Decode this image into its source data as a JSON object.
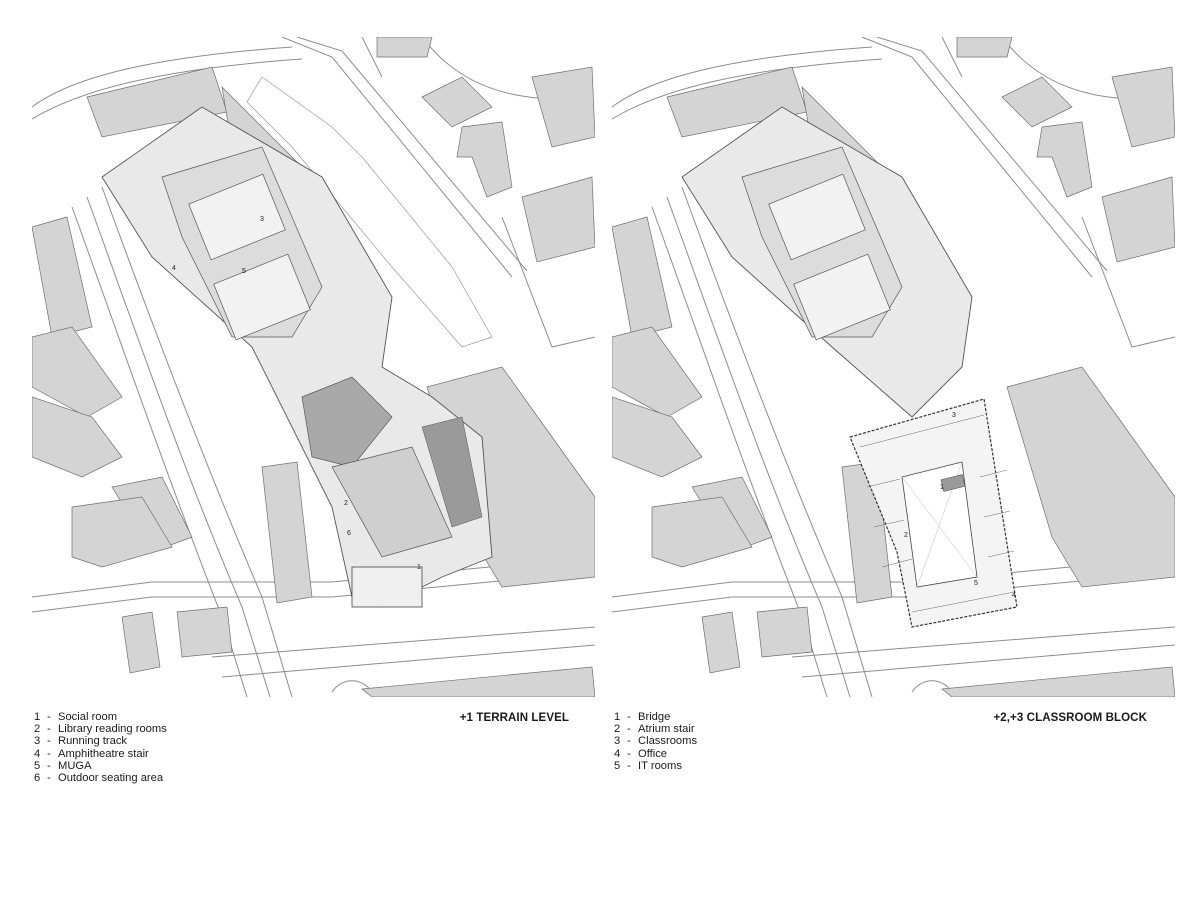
{
  "panels": [
    {
      "title": "+1 TERRAIN LEVEL",
      "legend": [
        {
          "num": "1",
          "label": "Social room"
        },
        {
          "num": "2",
          "label": "Library reading rooms"
        },
        {
          "num": "3",
          "label": "Running track"
        },
        {
          "num": "4",
          "label": "Amphitheatre stair"
        },
        {
          "num": "5",
          "label": "MUGA"
        },
        {
          "num": "6",
          "label": "Outdoor seating area"
        }
      ],
      "plan_tags": [
        "1",
        "2",
        "3",
        "4",
        "5",
        "6"
      ]
    },
    {
      "title": "+2,+3 CLASSROOM BLOCK",
      "legend": [
        {
          "num": "1",
          "label": "Bridge"
        },
        {
          "num": "2",
          "label": "Atrium stair"
        },
        {
          "num": "3",
          "label": "Classrooms"
        },
        {
          "num": "4",
          "label": "Office"
        },
        {
          "num": "5",
          "label": "IT rooms"
        }
      ],
      "plan_tags": [
        "1",
        "2",
        "3",
        "4",
        "5"
      ]
    }
  ],
  "colors": {
    "building_fill": "#d4d4d4",
    "road_line": "#8c8c8c",
    "plan_fill": "#e9e9e9",
    "dark_hatch": "#9a9a9a"
  }
}
